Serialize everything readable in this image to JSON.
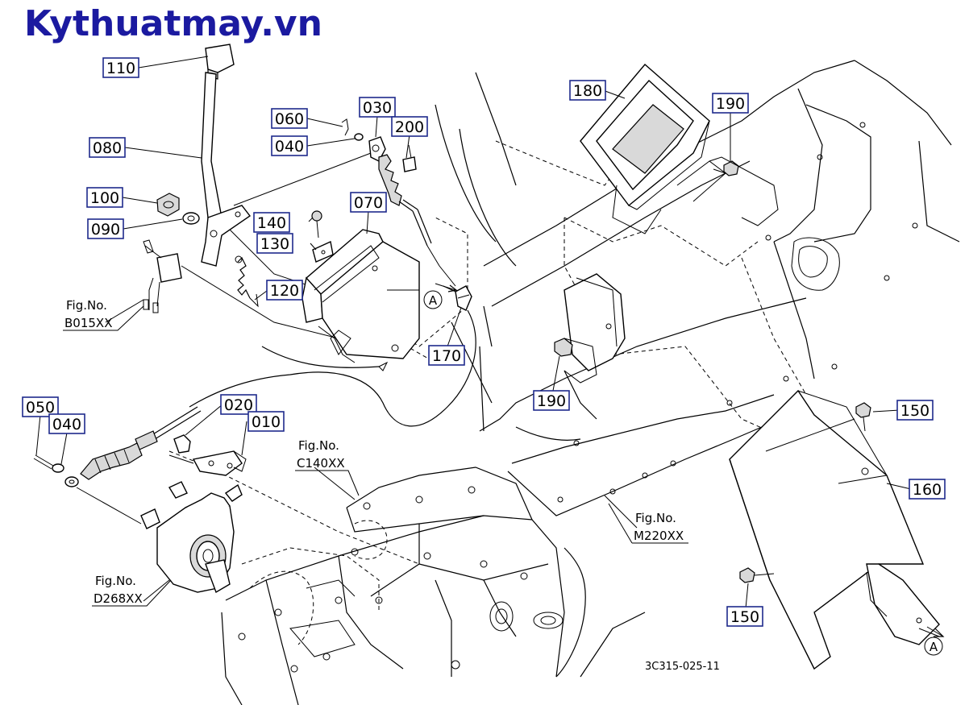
{
  "brand": "Kythuatmay.vn",
  "colors": {
    "brand": "#1b1aa0",
    "label_box": "#1e2a8c",
    "line": "#000000"
  },
  "part_labels": {
    "p110": "110",
    "p080": "080",
    "p100": "100",
    "p090": "090",
    "p060": "060",
    "p040a": "040",
    "p030": "030",
    "p200": "200",
    "p140": "140",
    "p130": "130",
    "p070": "070",
    "p120": "120",
    "p170": "170",
    "p180": "180",
    "p190a": "190",
    "p190b": "190",
    "p050": "050",
    "p040b": "040",
    "p020": "020",
    "p010": "010",
    "p150a": "150",
    "p160": "160",
    "p150b": "150"
  },
  "fig_refs": {
    "b015": {
      "line1": "Fig.No.",
      "line2": "B015XX"
    },
    "c140": {
      "line1": "Fig.No.",
      "line2": "C140XX"
    },
    "m220": {
      "line1": "Fig.No.",
      "line2": "M220XX"
    },
    "d268": {
      "line1": "Fig.No.",
      "line2": "D268XX"
    }
  },
  "view_markers": {
    "a1": "A",
    "a2": "A"
  },
  "drawing_code": "3C315-025-11"
}
